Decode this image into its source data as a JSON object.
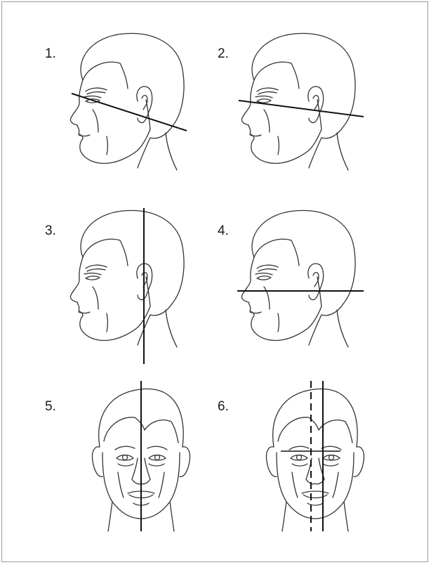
{
  "panels": [
    {
      "label": "1.",
      "view": "profile",
      "line": "oblique"
    },
    {
      "label": "2.",
      "view": "profile",
      "line": "eye-to-ear"
    },
    {
      "label": "3.",
      "view": "profile",
      "line": "vertical"
    },
    {
      "label": "4.",
      "view": "profile",
      "line": "horizontal"
    },
    {
      "label": "5.",
      "view": "front",
      "line": "midline"
    },
    {
      "label": "6.",
      "view": "front",
      "line": "midline-with-offset"
    }
  ]
}
